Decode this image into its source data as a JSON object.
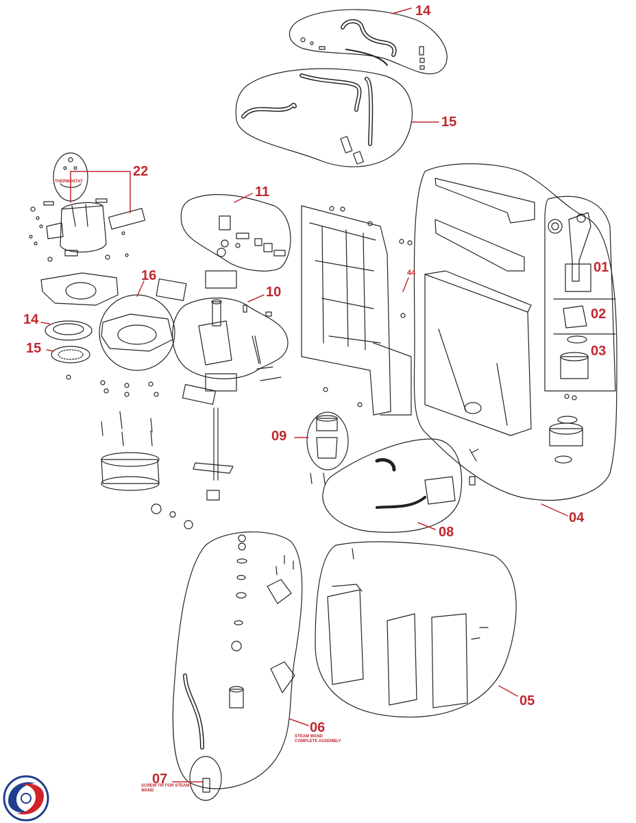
{
  "diagram": {
    "callouts": {
      "c14_top": "14",
      "c15_top": "15",
      "c22": "22",
      "c11": "11",
      "c44": "44",
      "c01": "01",
      "c02": "02",
      "c03": "03",
      "c16": "16",
      "c10": "10",
      "c14_left": "14",
      "c15_left": "15",
      "c09": "09",
      "c04": "04",
      "c08": "08",
      "c05": "05",
      "c06": "06",
      "c07": "07"
    },
    "notes": {
      "thermostat": "THERMOSTAT",
      "steam_wand": "STEAM WAND COMPLETE ASSEMBLY",
      "screw_tip": "SCREW TIP FOR STEAM WAND"
    },
    "colors": {
      "callout": "#c1272d",
      "line": "#222222",
      "logo_blue": "#1f3f8f",
      "logo_red": "#d2232a"
    },
    "logo_icon": "brand-swirl-logo"
  }
}
